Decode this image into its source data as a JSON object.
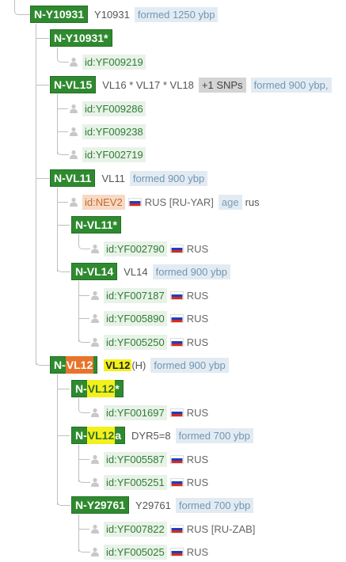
{
  "top": {
    "node": "N-Y10931",
    "snp": "Y10931",
    "formed": "formed 1250 ybp"
  },
  "n_y10931star": {
    "node": "N-Y10931*",
    "kit": "id:YF009219"
  },
  "vl15": {
    "node": "N-VL15",
    "snp": "VL16 * VL17 * VL18",
    "snps_badge": "+1 SNPs",
    "formed": "formed 900 ybp,",
    "kits": [
      "id:YF009286",
      "id:YF009238",
      "id:YF002719"
    ]
  },
  "vl11": {
    "node": "N-VL11",
    "snp": "VL11",
    "formed": "formed 900 ybp",
    "sample": {
      "kit": "id:NEV2",
      "country": "RUS [RU-YAR]",
      "age": "age",
      "lang": "rus"
    }
  },
  "vl11star": {
    "node": "N-VL11*",
    "kit": "id:YF002790",
    "country": "RUS"
  },
  "vl14": {
    "node": "N-VL14",
    "snp": "VL14",
    "formed": "formed 900 ybp",
    "kits": [
      {
        "kit": "id:YF007187",
        "country": "RUS"
      },
      {
        "kit": "id:YF005890",
        "country": "RUS"
      },
      {
        "kit": "id:YF005250",
        "country": "RUS"
      }
    ]
  },
  "vl12": {
    "node_prefix": "N-",
    "node_hl": "VL12",
    "label": "VL12",
    "label_suffix": "(H)",
    "formed": "formed 900 ybp"
  },
  "vl12star": {
    "node_prefix": "N-",
    "node_hl": "VL12",
    "node_suffix": "*",
    "kit": "id:YF001697",
    "country": "RUS"
  },
  "vl12a": {
    "node_prefix": "N-",
    "node_hl": "VL12",
    "node_suffix": "a",
    "snp": "DYR5=8",
    "formed": "formed 700 ybp",
    "kits": [
      {
        "kit": "id:YF005587",
        "country": "RUS"
      },
      {
        "kit": "id:YF005251",
        "country": "RUS"
      }
    ]
  },
  "y29761": {
    "node": "N-Y29761",
    "snp": "Y29761",
    "formed": "formed 700 ybp",
    "kits": [
      {
        "kit": "id:YF007822",
        "country": "RUS [RU-ZAB]"
      },
      {
        "kit": "id:YF005025",
        "country": "RUS"
      }
    ]
  },
  "colors": {
    "node_green": "#2f8a2f",
    "highlight_yellow": "#f4f01c",
    "highlight_orange": "#e8742c",
    "formed_badge_bg": "#e3ebf2"
  },
  "icons": {
    "person": "person-icon",
    "flag": "russia-flag-icon"
  }
}
